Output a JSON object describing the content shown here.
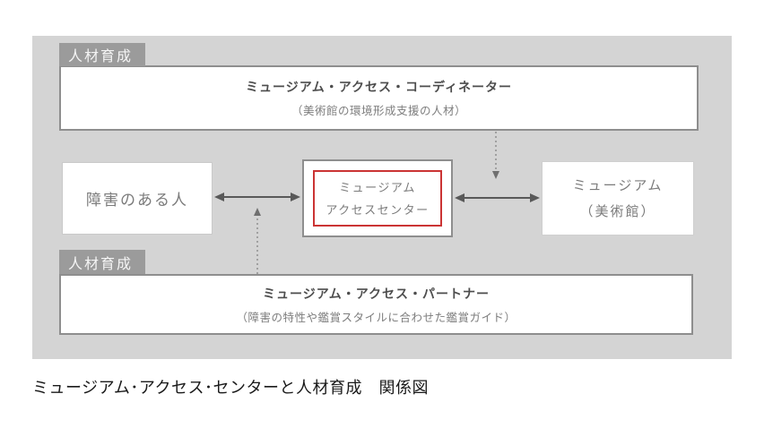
{
  "colors": {
    "panel_gray": "#d4d4d4",
    "tag_gray": "#9b9b9b",
    "box_border_gray": "#8e8e8e",
    "accent_red": "#cb3434",
    "text_gray": "#7b7b7b",
    "arrow_gray": "#595959"
  },
  "diagram": {
    "tag_top": "人材育成",
    "tag_bottom": "人材育成",
    "coordinator_box": {
      "title": "ミュージアム・アクセス・コーディネーター",
      "subtitle": "（美術館の環境形成支援の人材）"
    },
    "partner_box": {
      "title": "ミュージアム・アクセス・パートナー",
      "subtitle": "（障害の特性や鑑賞スタイルに合わせた鑑賞ガイド）"
    },
    "nodes": {
      "people": {
        "label": "障害のある人"
      },
      "center": {
        "line1": "ミュージアム",
        "line2": "アクセスセンター"
      },
      "museum": {
        "line1": "ミュージアム",
        "line2": "（美術館）"
      }
    }
  },
  "caption": "ミュージアム･アクセス･センターと人材育成　関係図"
}
